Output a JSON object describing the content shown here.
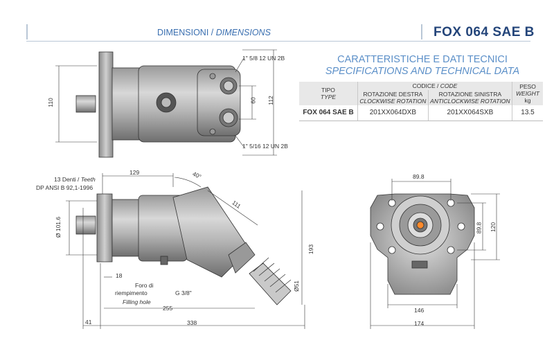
{
  "header": {
    "section_it": "DIMENSIONI /",
    "section_en": "DIMENSIONS",
    "product": "FOX 064 SAE B"
  },
  "specs": {
    "title_it": "CARATTERISTICHE E DATI TECNICI",
    "title_en": "SPECIFICATIONS AND TECHNICAL DATA",
    "col_tipo_it": "TIPO",
    "col_tipo_en": "TYPE",
    "col_codice": "CODICE /",
    "col_codice_en": "CODE",
    "col_dx_it": "ROTAZIONE DESTRA",
    "col_dx_en": "CLOCKWISE ROTATION",
    "col_sx_it": "ROTAZIONE SINISTRA",
    "col_sx_en": "ANTICLOCKWISE ROTATION",
    "col_peso_it": "PESO",
    "col_peso_en": "WEIGHT",
    "col_peso_unit": "kg",
    "row_type": "FOX 064 SAE B",
    "row_dx": "201XX064DXB",
    "row_sx": "201XX064SXB",
    "row_weight": "13.5"
  },
  "dims": {
    "thread_top": "1\" 5/8 12 UN 2B",
    "thread_bottom": "1\" 5/16 12 UN 2B",
    "d110": "110",
    "d60": "60",
    "d112": "112",
    "teeth_it": "13 Denti /",
    "teeth_en": "Teeth",
    "teeth_std": "DP ANSI B 92,1-1996",
    "d129": "129",
    "d40": "40°",
    "d111": "111",
    "d1016": "Ø 101.6",
    "d193": "193",
    "d18": "18",
    "fill_it1": "Foro di",
    "fill_it2": "riempimento",
    "fill_en": "Filling hole",
    "g38": "G 3/8\"",
    "d51": "Ø51",
    "d255": "255",
    "d41": "41",
    "d338": "338",
    "d898_top": "89.8",
    "d898_side": "89.8",
    "d120": "120",
    "d146": "146",
    "d174": "174"
  }
}
